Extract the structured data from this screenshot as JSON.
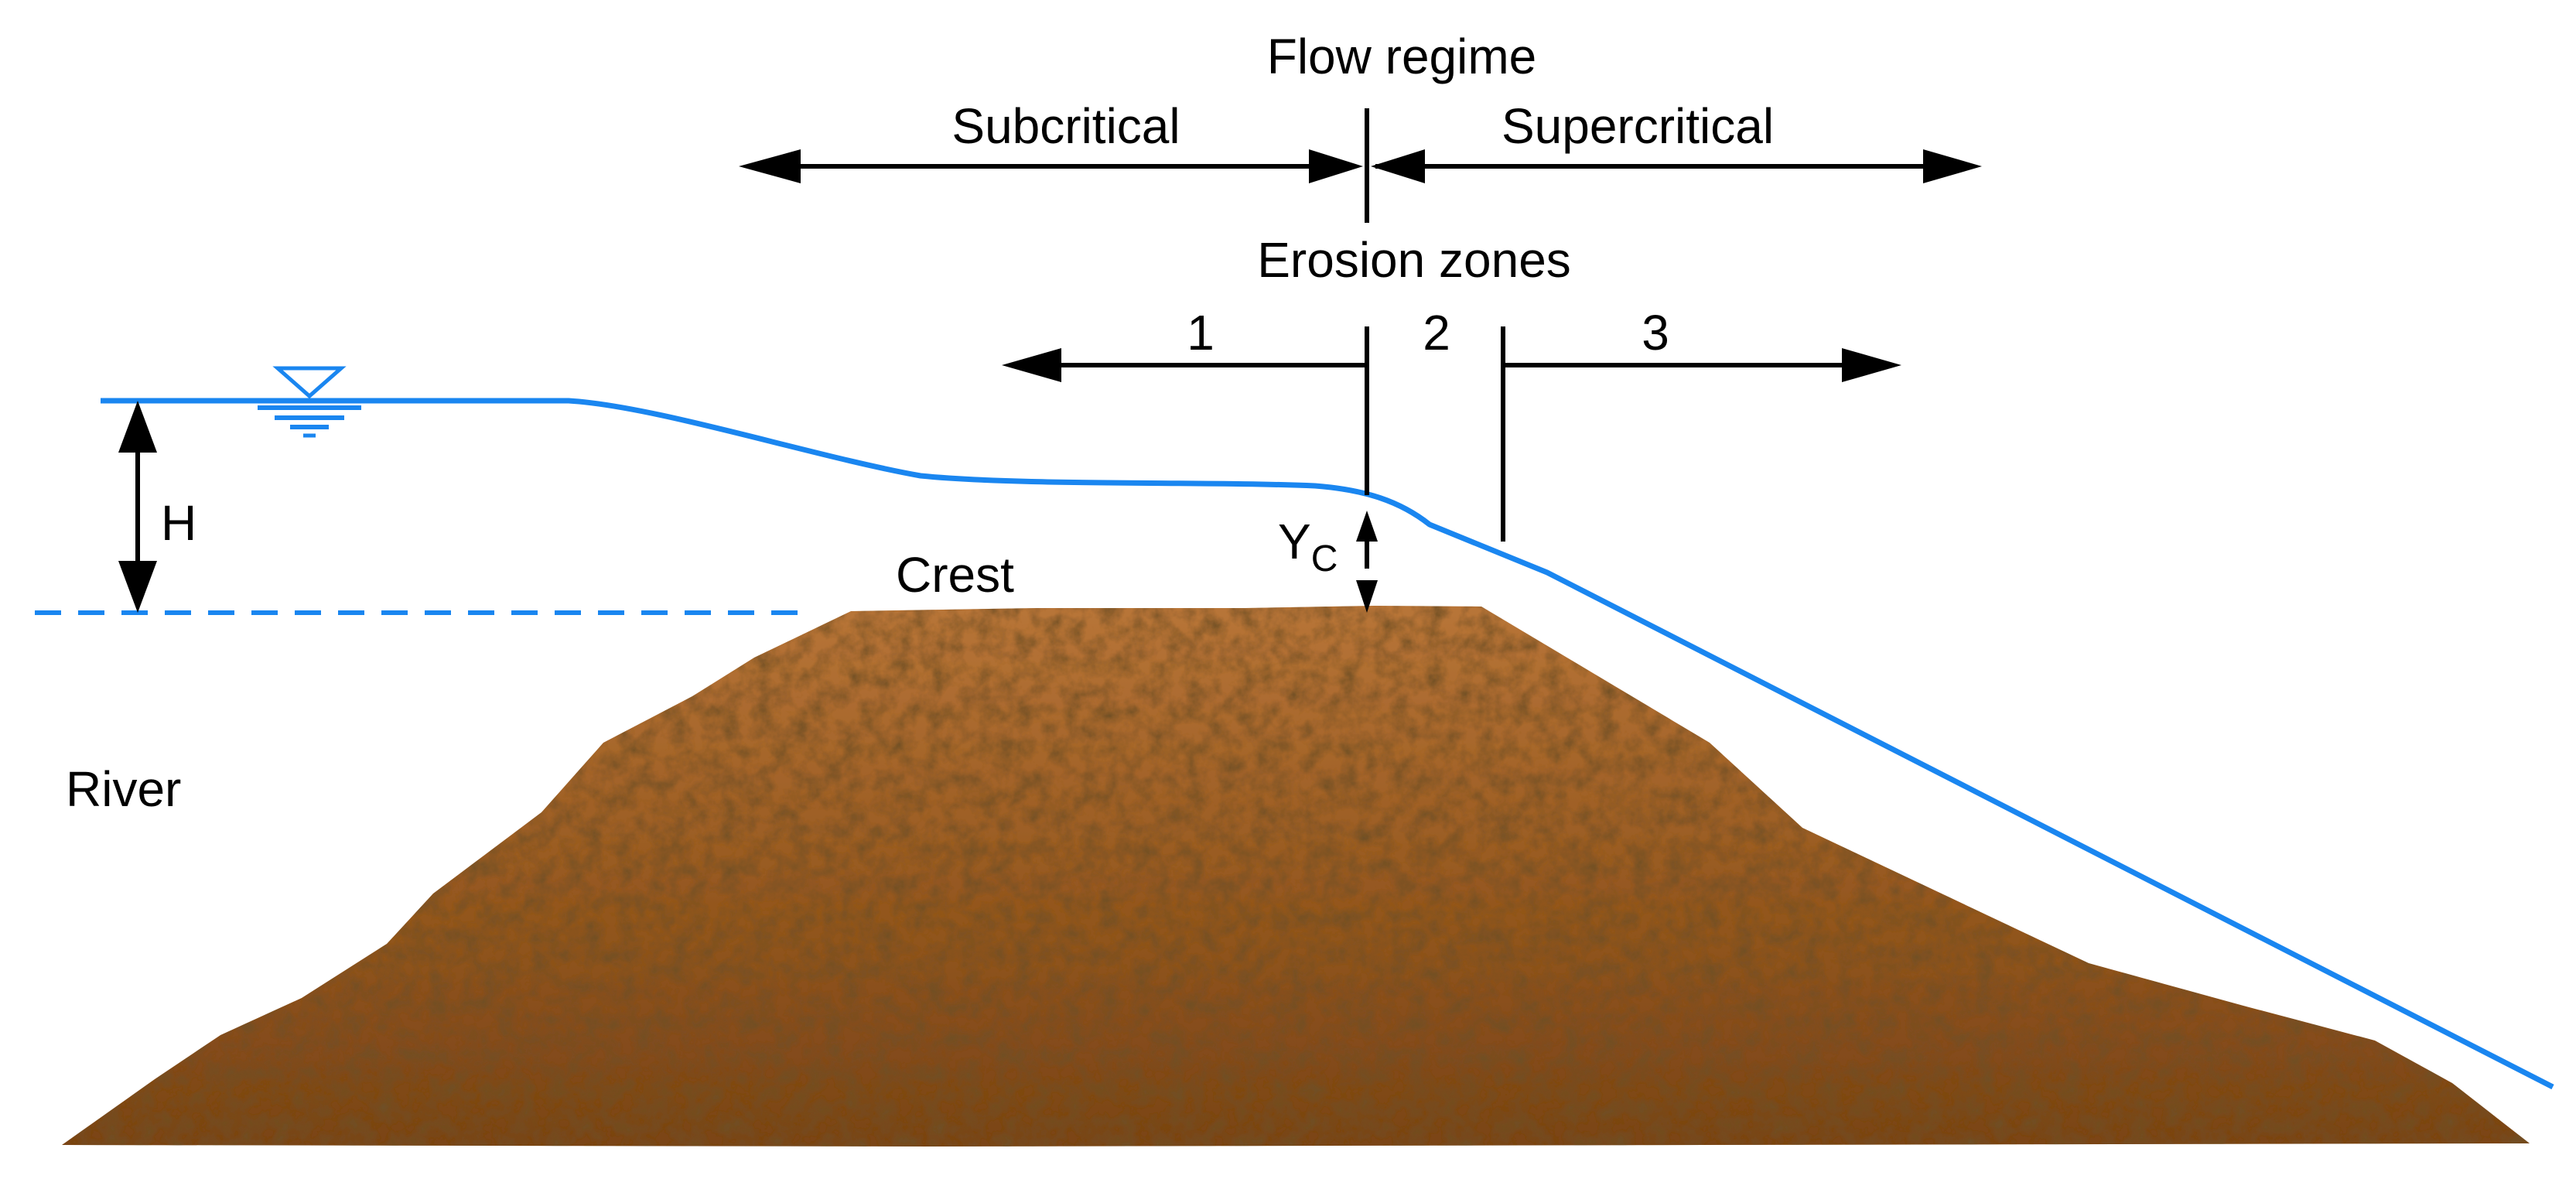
{
  "labels": {
    "flow_regime": "Flow regime",
    "subcritical": "Subcritical",
    "supercritical": "Supercritical",
    "erosion_zones": "Erosion zones",
    "zone_1": "1",
    "zone_2": "2",
    "zone_3": "3",
    "head": "H",
    "critical_depth_main": "Y",
    "critical_depth_sub": "C",
    "crest": "Crest",
    "river": "River"
  },
  "colors": {
    "water": "#1a86f0",
    "line": "#000000",
    "soil_dark": "#7a4417",
    "soil_mid": "#94571f",
    "soil_light": "#b87538",
    "background": "#ffffff"
  },
  "icons": {
    "water_level": "inverted-triangle-water-surface-icon"
  }
}
